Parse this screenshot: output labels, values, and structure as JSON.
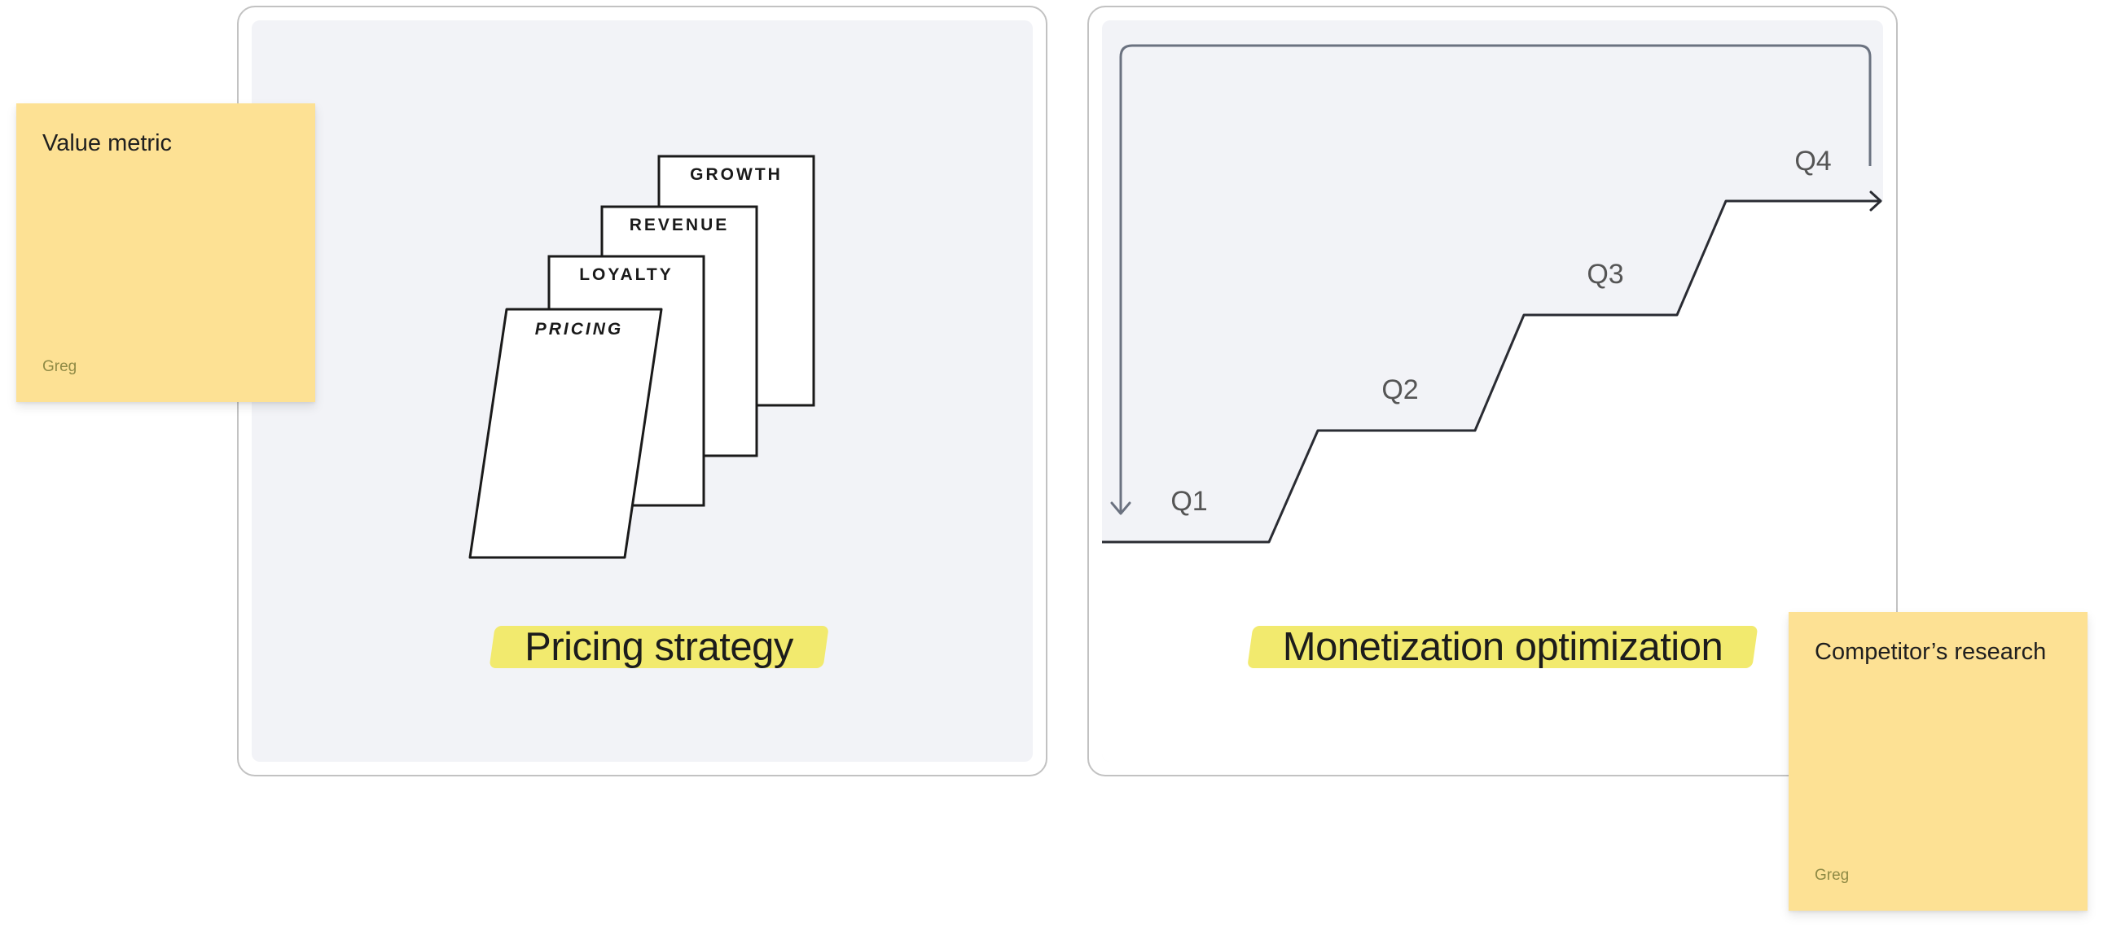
{
  "frames": {
    "pricing": {
      "title": "Pricing strategy",
      "cards": {
        "growth": "GROWTH",
        "revenue": "REVENUE",
        "loyalty": "LOYALTY",
        "pricing": "PRICING"
      }
    },
    "monetization": {
      "title": "Monetization optimization",
      "steps": [
        "Q1",
        "Q2",
        "Q3",
        "Q4"
      ]
    }
  },
  "stickies": [
    {
      "text": "Value metric",
      "author": "Greg"
    },
    {
      "text": "Competitor’s research",
      "author": "Greg"
    }
  ],
  "colors": {
    "sticky": "#fde194",
    "highlight": "#f2ea6e",
    "frame_fill": "#f2f3f7",
    "frame_border": "#c2c2c2",
    "line_dark": "#2a2c33",
    "line_slate": "#6b7280",
    "step_label": "#555555"
  }
}
